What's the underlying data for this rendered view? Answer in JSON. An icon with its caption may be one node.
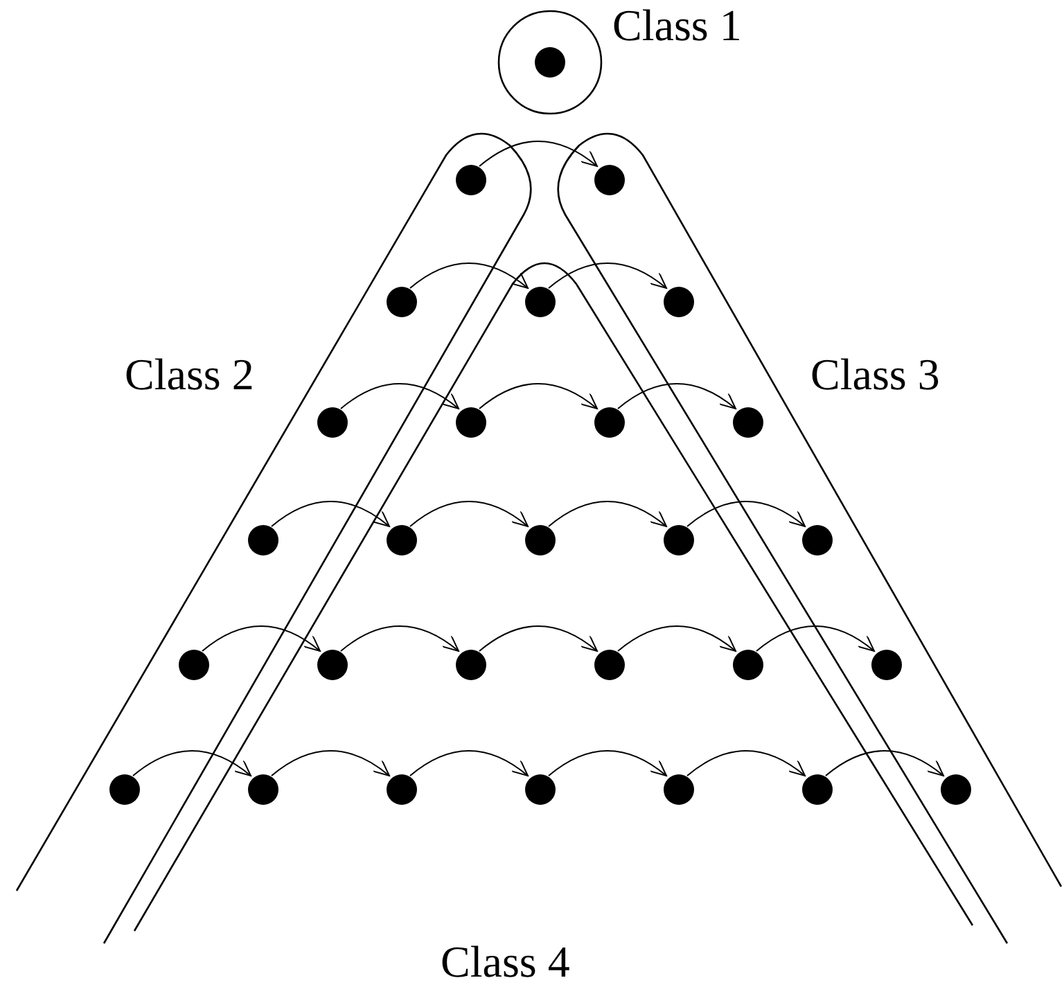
{
  "diagram": {
    "nodes": [
      {
        "text": [
          "Class 1"
        ]
      },
      {
        "text": [],
        "shape": "circle",
        "in": 0
      },
      {
        "text": [
          "Class 2"
        ]
      },
      {
        "text": [
          "Class 3"
        ]
      },
      {
        "text": [
          "Class 4"
        ]
      },
      {
        "text": [],
        "shape": "circle",
        "in": 2
      },
      {
        "text": [],
        "shape": "circle",
        "in": 3
      },
      {
        "text": [],
        "shape": "circle"
      },
      {
        "text": [],
        "shape": "circle",
        "in": 4
      },
      {
        "text": [],
        "shape": "circle"
      },
      {
        "text": [],
        "shape": "circle"
      },
      {
        "text": [],
        "shape": "circle"
      },
      {
        "text": [],
        "shape": "circle"
      },
      {
        "text": [],
        "shape": "circle"
      },
      {
        "text": [],
        "shape": "circle"
      },
      {
        "text": [],
        "shape": "circle"
      },
      {
        "text": [],
        "shape": "circle",
        "in": 4
      },
      {
        "text": [],
        "shape": "circle"
      },
      {
        "text": [],
        "shape": "circle"
      },
      {
        "text": [],
        "shape": "circle"
      },
      {
        "text": [],
        "shape": "circle"
      },
      {
        "text": [],
        "shape": "circle"
      },
      {
        "text": [],
        "shape": "circle"
      },
      {
        "text": [],
        "shape": "circle"
      },
      {
        "text": [],
        "shape": "circle"
      },
      {
        "text": [],
        "shape": "circle",
        "in": 2
      },
      {
        "text": [],
        "shape": "circle"
      },
      {
        "text": [],
        "shape": "circle"
      },
      {
        "text": [],
        "shape": "circle",
        "in": 4
      },
      {
        "text": [],
        "shape": "circle"
      },
      {
        "text": [],
        "shape": "circle"
      },
      {
        "text": [],
        "shape": "circle"
      }
    ],
    "edges": [
      {
        "from": 5,
        "to": 6,
        "arrow": "to"
      },
      {
        "from": 7,
        "to": 8,
        "arrow": "to"
      },
      {
        "from": 8,
        "to": 9,
        "arrow": "to"
      },
      {
        "from": 10,
        "to": 11,
        "arrow": "to"
      },
      {
        "from": 11,
        "to": 12,
        "arrow": "to"
      },
      {
        "from": 12,
        "to": 13,
        "arrow": "to"
      },
      {
        "from": 14,
        "to": 15,
        "arrow": "to"
      },
      {
        "from": 15,
        "to": 16,
        "arrow": "to"
      },
      {
        "from": 16,
        "to": 17,
        "arrow": "to"
      },
      {
        "from": 17,
        "to": 18,
        "arrow": "to"
      },
      {
        "from": 19,
        "to": 20,
        "arrow": "to"
      },
      {
        "from": 20,
        "to": 21,
        "arrow": "to"
      },
      {
        "from": 21,
        "to": 22,
        "arrow": "to"
      },
      {
        "from": 22,
        "to": 23,
        "arrow": "to"
      },
      {
        "from": 23,
        "to": 24,
        "arrow": "to"
      },
      {
        "from": 25,
        "to": 26,
        "arrow": "to"
      },
      {
        "from": 26,
        "to": 27,
        "arrow": "to"
      },
      {
        "from": 27,
        "to": 28,
        "arrow": "to"
      },
      {
        "from": 28,
        "to": 29,
        "arrow": "to"
      },
      {
        "from": 29,
        "to": 30,
        "arrow": "to"
      },
      {
        "from": 30,
        "to": 31,
        "arrow": "to"
      }
    ]
  }
}
